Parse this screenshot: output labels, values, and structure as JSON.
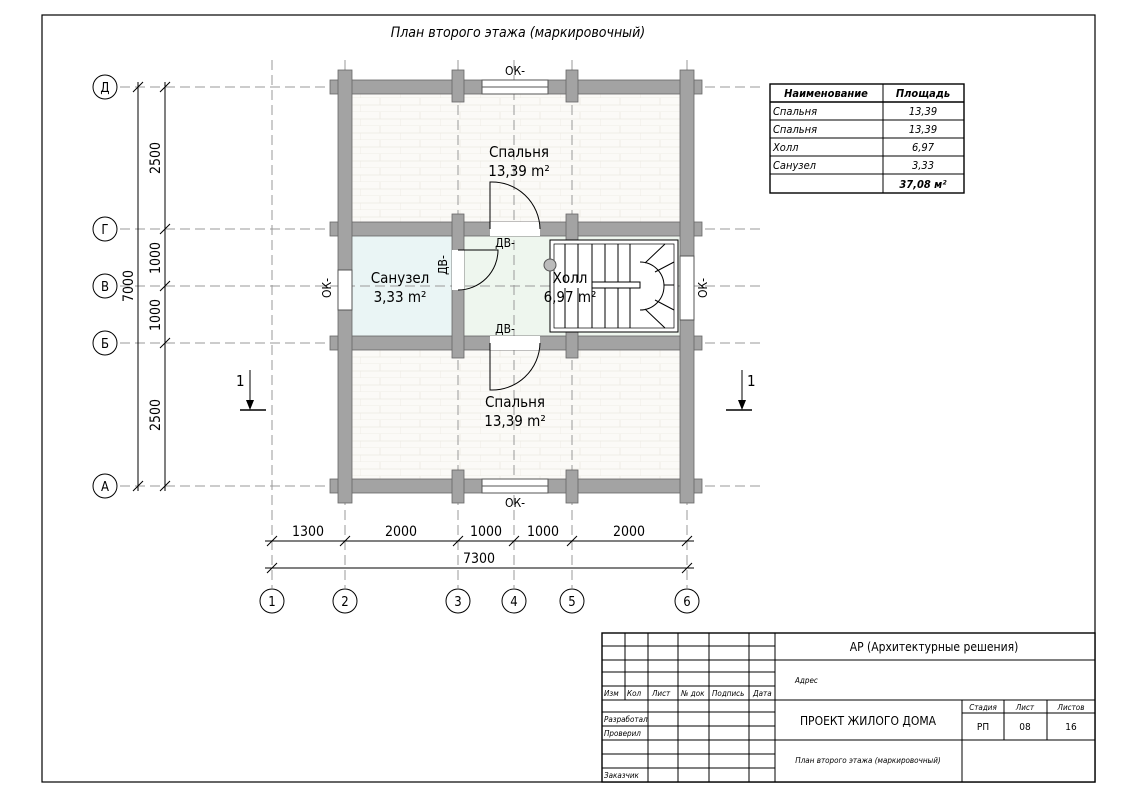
{
  "title": "План второго этажа (маркировочный)",
  "grid_rows": [
    "Д",
    "Г",
    "В",
    "Б",
    "А"
  ],
  "grid_cols": [
    "1",
    "2",
    "3",
    "4",
    "5",
    "6"
  ],
  "dims_vertical": {
    "top": "2500",
    "mid1": "1000",
    "mid2": "1000",
    "bottom": "2500",
    "total": "7000"
  },
  "dims_horizontal": {
    "d1": "1300",
    "d2": "2000",
    "d3": "1000",
    "d4": "1000",
    "d5": "2000",
    "total": "7300"
  },
  "rooms": {
    "bed_top": {
      "name": "Спальня",
      "area": "13,39 m²"
    },
    "bath": {
      "name": "Санузел",
      "area": "3,33 m²"
    },
    "hall": {
      "name": "Холл",
      "area": "6,97 m²"
    },
    "bed_bottom": {
      "name": "Спальня",
      "area": "13,39 m²"
    }
  },
  "marks": {
    "window": "ОК-",
    "door": "ДВ-",
    "section": "1"
  },
  "area_table": {
    "headers": [
      "Наименование",
      "Площадь"
    ],
    "rows": [
      [
        "Спальня",
        "13,39"
      ],
      [
        "Спальня",
        "13,39"
      ],
      [
        "Холл",
        "6,97"
      ],
      [
        "Санузел",
        "3,33"
      ]
    ],
    "total": "37,08 м²"
  },
  "title_block": {
    "headers": [
      "Изм",
      "Кол",
      "Лист",
      "№ док",
      "Подпись",
      "Дата"
    ],
    "roles": [
      "Разработал",
      "Проверил",
      "",
      "Заказчик"
    ],
    "section": "АР (Архитектурные решения)",
    "address_label": "Адрес",
    "project": "ПРОЕКТ ЖИЛОГО ДОМА",
    "sheet_title": "План второго этажа (маркировочный)",
    "stage_label": "Стадия",
    "sheet_label": "Лист",
    "sheets_label": "Листов",
    "stage": "РП",
    "sheet": "08",
    "sheets": "16"
  }
}
